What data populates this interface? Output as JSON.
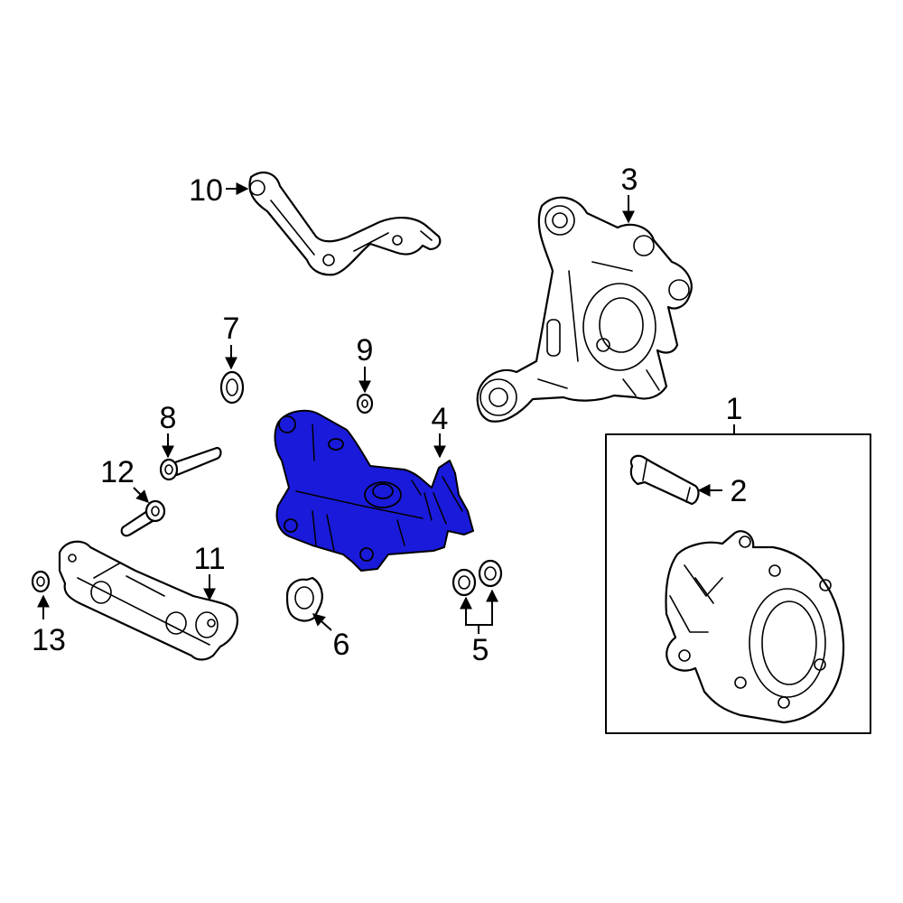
{
  "callouts": {
    "c1": "1",
    "c2": "2",
    "c3": "3",
    "c4": "4",
    "c5": "5",
    "c6": "6",
    "c7": "7",
    "c8": "8",
    "c9": "9",
    "c10": "10",
    "c11": "11",
    "c12": "12",
    "c13": "13"
  },
  "colors": {
    "highlight": "#1a1adb",
    "line": "#000000",
    "background": "#ffffff"
  }
}
